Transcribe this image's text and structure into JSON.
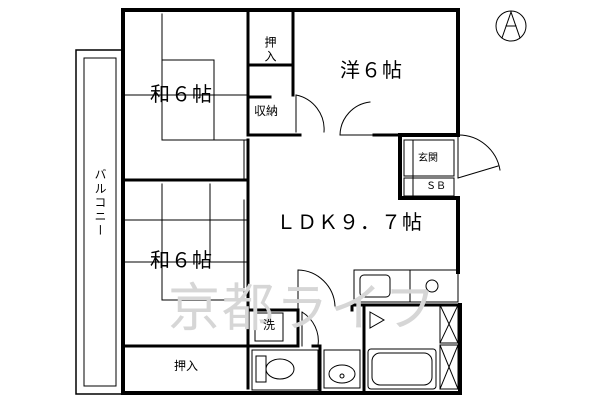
{
  "floor_plan": {
    "rooms": {
      "washitsu_upper": "和６帖",
      "yoshitsu": "洋６帖",
      "washitsu_lower": "和６帖",
      "ldk": "ＬＤＫ９．７帖",
      "oshiire_upper": "押入",
      "shuno": "収納",
      "genkan": "玄関",
      "shoe_box": "ＳＢ",
      "oshiire_lower": "押入",
      "balcony": "バルコニー",
      "laundry": "洗"
    },
    "watermark": "京都ライフ",
    "compass": "north-arrow-icon"
  }
}
